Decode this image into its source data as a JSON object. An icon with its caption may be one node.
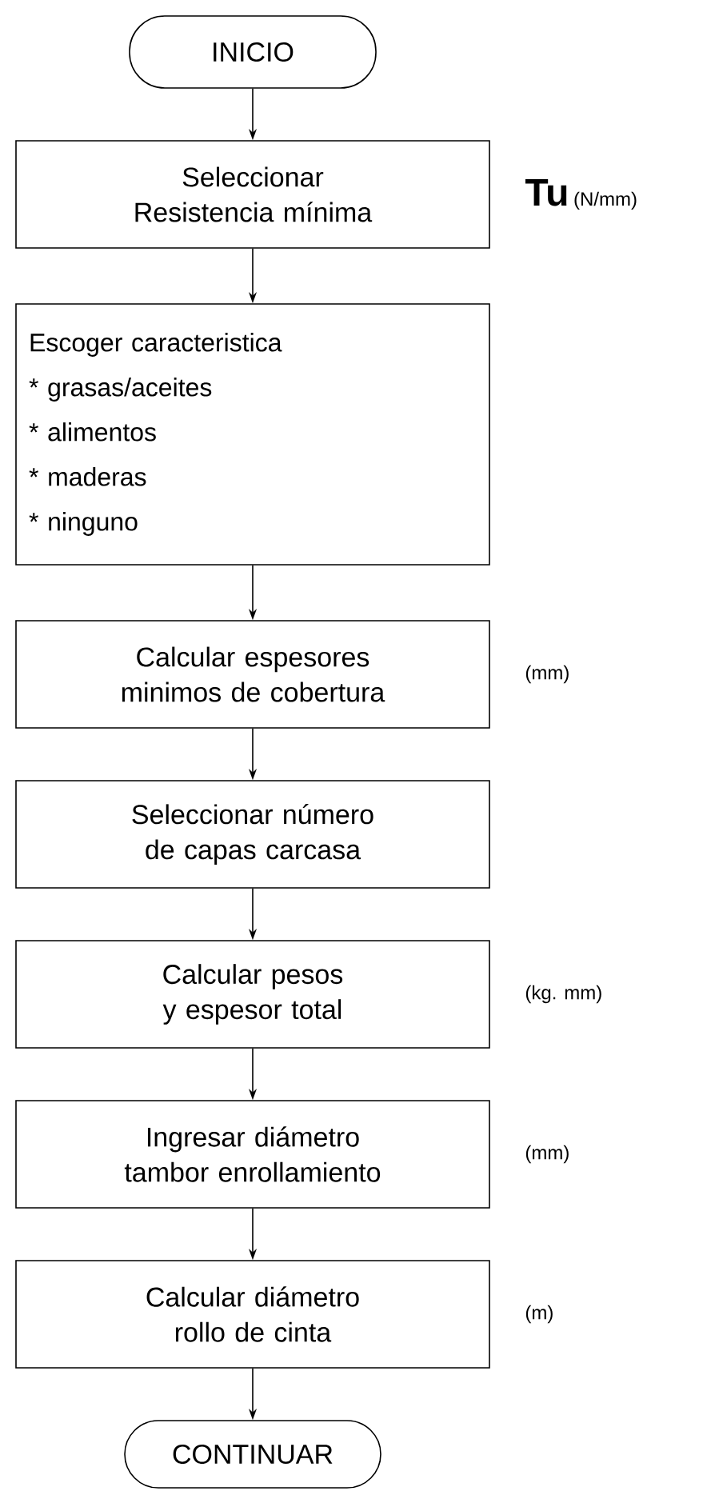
{
  "diagram": {
    "nodes": [
      {
        "text": [
          "INICIO"
        ]
      },
      {
        "text": [
          "Seleccionar Resistencia mínima"
        ],
        "beside": [
          "Tu",
          "(N/mm)"
        ]
      },
      {
        "text": [
          "Escoger caracteristica",
          "* grasas/aceites",
          "* alimentos",
          "* maderas",
          "* ninguno"
        ]
      },
      {
        "text": [
          "Calcular espesores minimos de cobertura"
        ],
        "beside": [
          "(mm)"
        ]
      },
      {
        "text": [
          "Seleccionar número de capas carcasa"
        ]
      },
      {
        "text": [
          "Calcular pesos y espesor total"
        ],
        "beside": [
          "(kg. mm)"
        ]
      },
      {
        "text": [
          "Ingresar diámetro tambor enrollamiento"
        ],
        "beside": [
          "(mm)"
        ]
      },
      {
        "text": [
          "Calcular diámetro rollo de cinta"
        ],
        "beside": [
          "(m)"
        ]
      },
      {
        "text": [
          "CONTINUAR"
        ]
      }
    ],
    "edges": [
      {
        "from": 0,
        "to": 1,
        "arrow": "to"
      },
      {
        "from": 1,
        "to": 2,
        "arrow": "to"
      },
      {
        "from": 2,
        "to": 3,
        "arrow": "to"
      },
      {
        "from": 3,
        "to": 4,
        "arrow": "to"
      },
      {
        "from": 4,
        "to": 5,
        "arrow": "to"
      },
      {
        "from": 5,
        "to": 6,
        "arrow": "to"
      },
      {
        "from": 6,
        "to": 7,
        "arrow": "to"
      },
      {
        "from": 7,
        "to": 8,
        "arrow": "to"
      }
    ]
  }
}
